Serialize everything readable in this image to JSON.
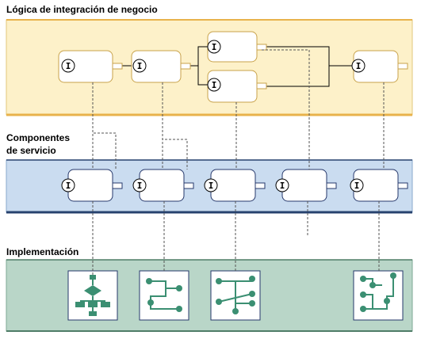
{
  "titles": {
    "business_logic": "Lógica de integración de negocio",
    "service_components_line1": "Componentes",
    "service_components_line2": "de servicio",
    "implementation": "Implementación"
  },
  "interface_letter": "I",
  "colors": {
    "business_layer_fill": "#fdf1c9",
    "business_layer_border": "#e8b24b",
    "service_layer_fill": "#cadcf0",
    "service_layer_border": "#27426e",
    "implementation_layer_fill": "#b9d6c8",
    "implementation_layer_border": "#4f7d67",
    "node_color": "#3b8f72"
  }
}
